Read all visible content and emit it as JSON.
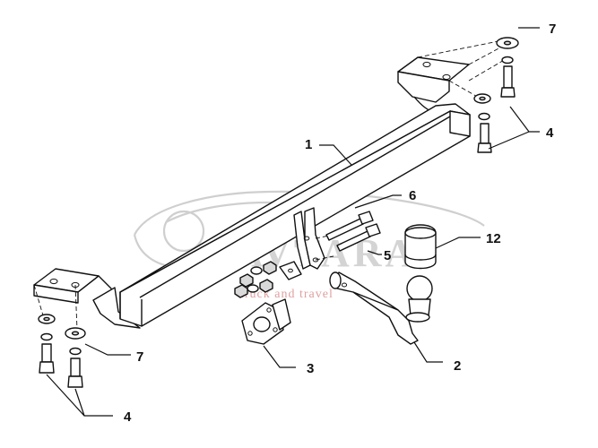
{
  "callouts": {
    "p1": "1",
    "p2": "2",
    "p3": "3",
    "p4_top": "4",
    "p4_bottom": "4",
    "p5": "5",
    "p6": "6",
    "p7_top": "7",
    "p7_bottom": "7",
    "p12": "12"
  },
  "watermark": {
    "brand": "AVTARA",
    "tagline": "truck and travel"
  }
}
